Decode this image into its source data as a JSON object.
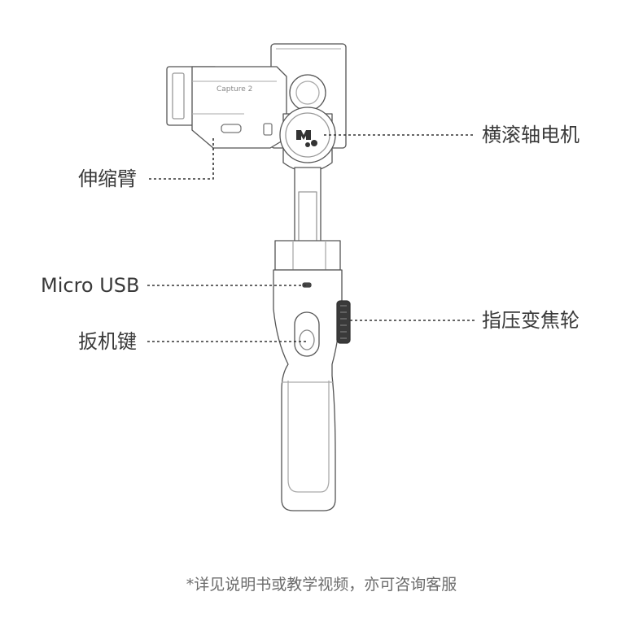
{
  "device": {
    "model_text": "Capture 2"
  },
  "labels": {
    "pan_motor": "横滚轴电机",
    "extension_arm": "伸缩臂",
    "micro_usb": "Micro USB",
    "zoom_wheel": "指压变焦轮",
    "trigger": "扳机键"
  },
  "footer_note": "*详见说明书或教学视频，亦可咨询客服"
}
